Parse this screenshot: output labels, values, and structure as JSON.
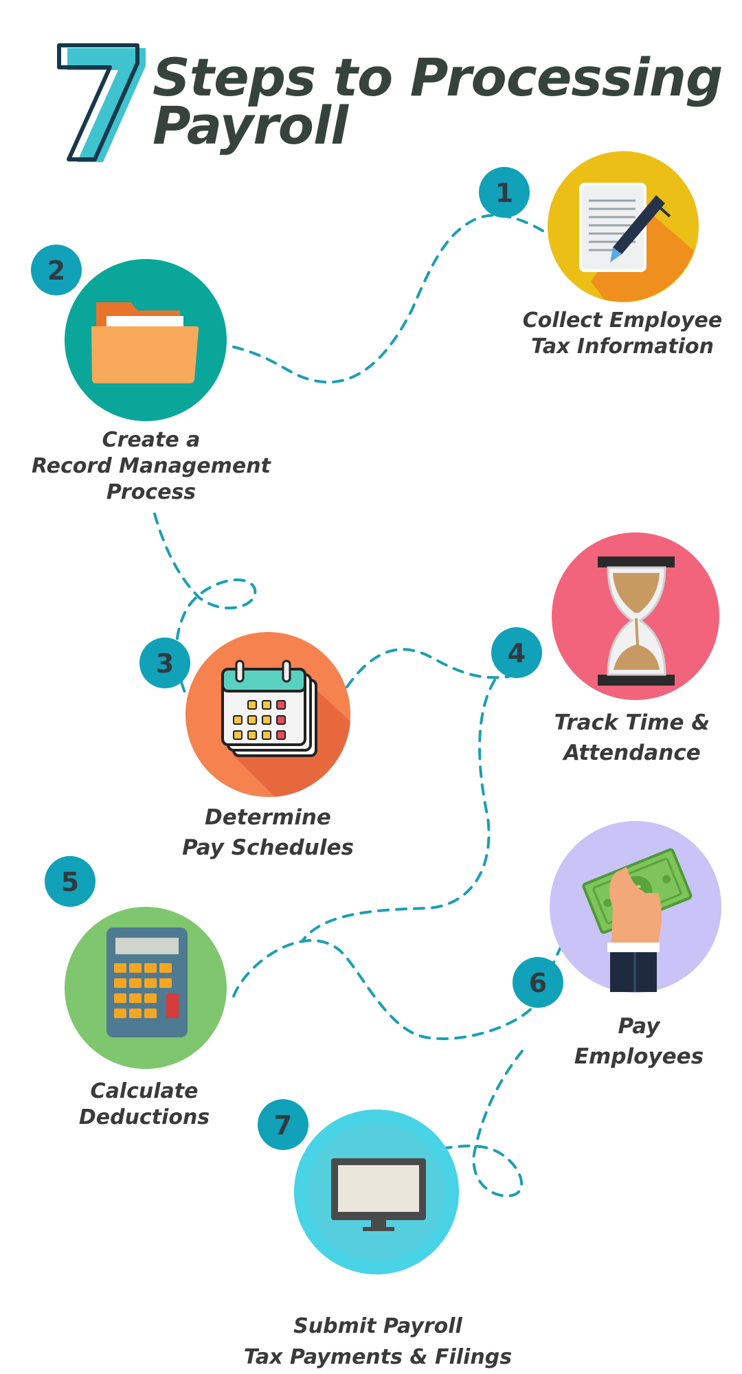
{
  "title": {
    "number": "7",
    "line1": "Steps to Processing",
    "line2": "Payroll"
  },
  "colors": {
    "dash": "#1a9fb3",
    "badge": "#11a1b9",
    "heading": "#36433c"
  },
  "steps": [
    {
      "number": "1",
      "lines": [
        "Collect Employee",
        "Tax Information"
      ],
      "icon": "document-pen-icon",
      "color": "#ecbf17"
    },
    {
      "number": "2",
      "lines": [
        "Create a",
        "Record Management",
        "Process"
      ],
      "icon": "folder-icon",
      "color": "#0aa69a"
    },
    {
      "number": "3",
      "lines": [
        "Determine",
        "Pay Schedules"
      ],
      "icon": "calendar-icon",
      "color": "#f5824f"
    },
    {
      "number": "4",
      "lines": [
        "Track Time &",
        "Attendance"
      ],
      "icon": "hourglass-icon",
      "color": "#f2647c"
    },
    {
      "number": "5",
      "lines": [
        "Calculate",
        "Deductions"
      ],
      "icon": "calculator-icon",
      "color": "#7fc76e"
    },
    {
      "number": "6",
      "lines": [
        "Pay",
        "Employees"
      ],
      "icon": "money-hand-icon",
      "color": "#c9c3f7"
    },
    {
      "number": "7",
      "lines": [
        "Submit Payroll",
        "Tax Payments & Filings"
      ],
      "icon": "computer-monitor-icon",
      "color": "#48d3e6"
    }
  ]
}
